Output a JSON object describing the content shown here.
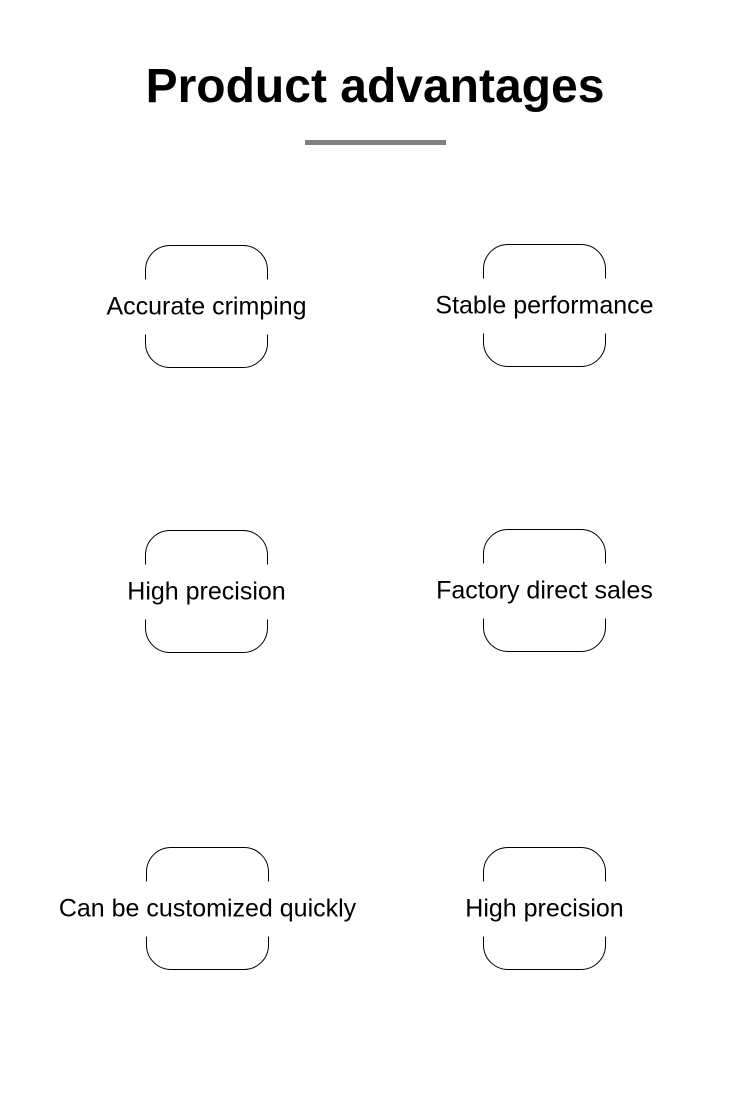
{
  "page": {
    "title": "Product advantages"
  },
  "features": [
    {
      "label": "Accurate crimping"
    },
    {
      "label": "Stable performance"
    },
    {
      "label": "High precision"
    },
    {
      "label": "Factory direct sales"
    },
    {
      "label": "Can be customized quickly"
    },
    {
      "label": "High precision"
    }
  ],
  "colors": {
    "background": "#ffffff",
    "text": "#000000",
    "box_outline": "#000000",
    "title_underline": "#808080"
  }
}
